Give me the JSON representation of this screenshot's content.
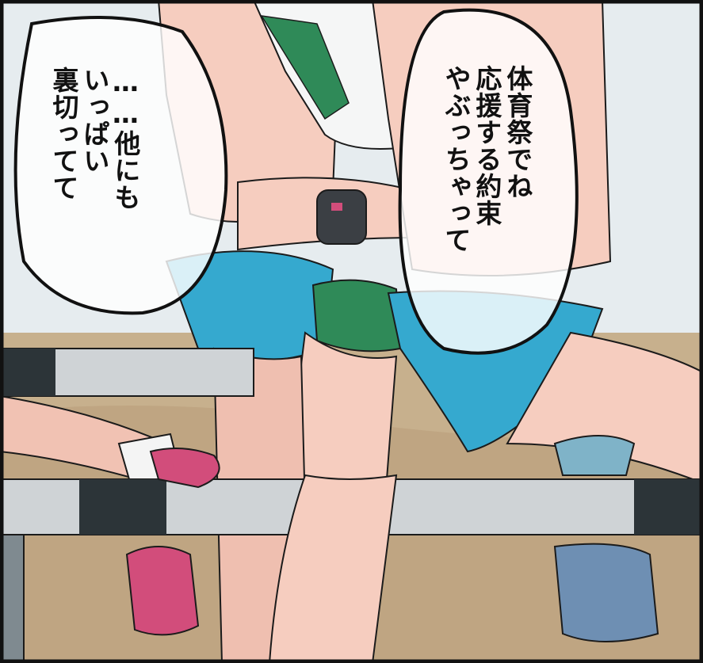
{
  "panel": {
    "border_color": "#111111",
    "bubble_right": {
      "lines": [
        "体育祭でね",
        "応援する約束",
        "やぶっちゃって"
      ]
    },
    "bubble_left": {
      "lines": [
        "……他にも",
        "いっぱい",
        "裏切ってて"
      ]
    }
  },
  "colors": {
    "sky": "#e6ecef",
    "ground": "#c7b08d",
    "skin": "#f6cdbf",
    "skin_shade": "#eab2a3",
    "shorts_blue": "#35a9cf",
    "shorts_green": "#2f8a58",
    "hurdle_white": "#cfd3d6",
    "hurdle_dark": "#2c3438",
    "shoe_pink": "#d24d7b",
    "shoe_blue": "#6e8fb3"
  }
}
